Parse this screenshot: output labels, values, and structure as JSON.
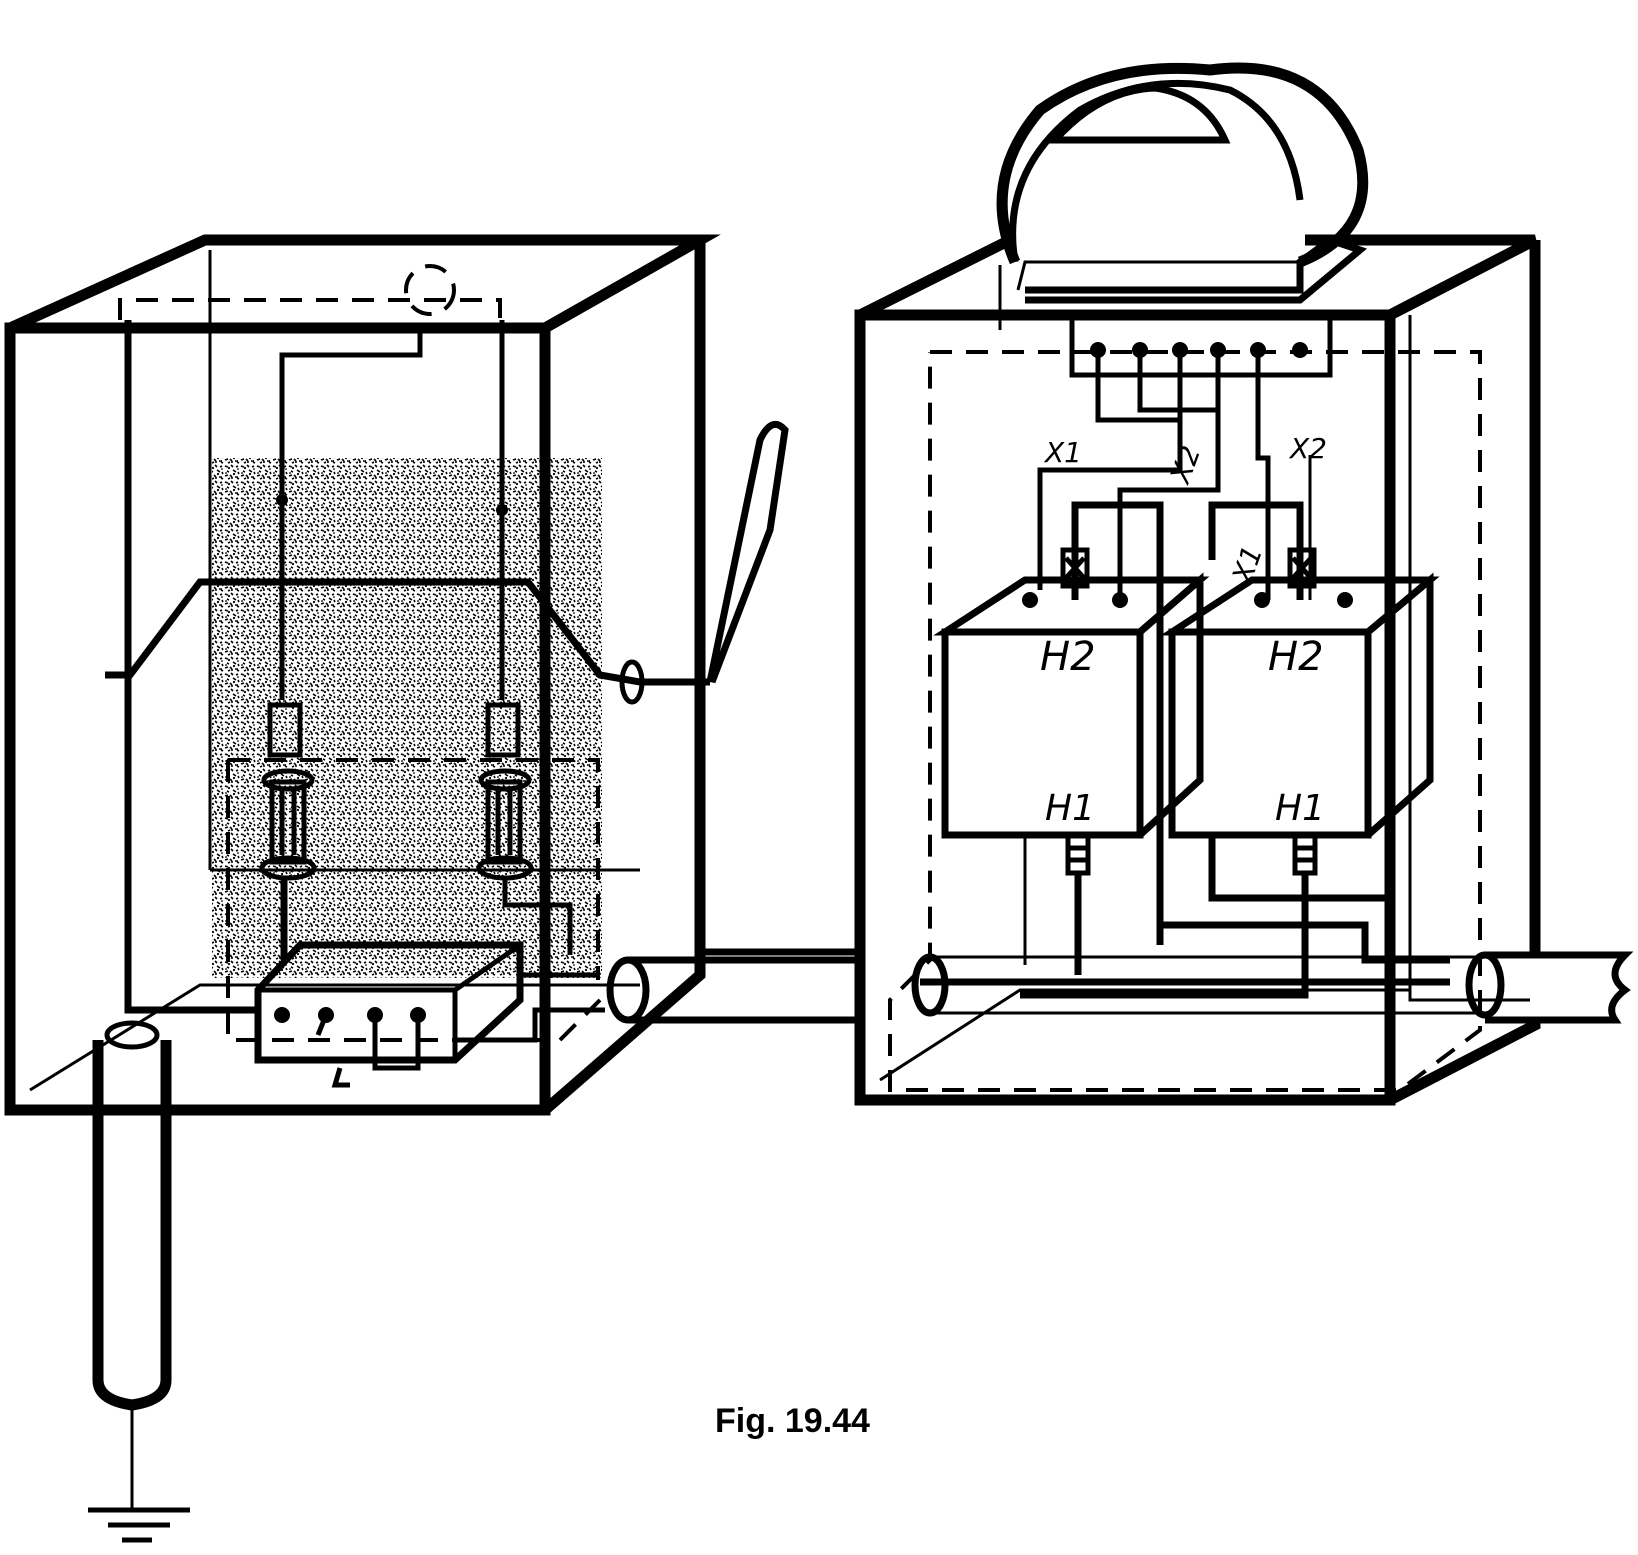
{
  "figure": {
    "caption": "Fig. 19.44"
  },
  "labels": {
    "left_transformer": {
      "x1": "X1",
      "x2": "X2",
      "h2": "H2",
      "h1": "H1"
    },
    "right_transformer": {
      "x1": "X1",
      "x2": "X2",
      "h2": "H2",
      "h1": "H1"
    }
  },
  "colors": {
    "ink": "#000000",
    "paper": "#ffffff"
  }
}
